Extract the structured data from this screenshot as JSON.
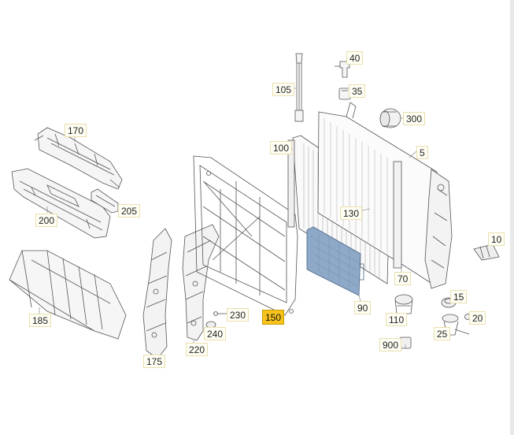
{
  "diagram": {
    "callouts": [
      {
        "id": "40",
        "label": "40"
      },
      {
        "id": "35",
        "label": "35"
      },
      {
        "id": "105",
        "label": "105"
      },
      {
        "id": "300",
        "label": "300"
      },
      {
        "id": "170",
        "label": "170"
      },
      {
        "id": "100",
        "label": "100"
      },
      {
        "id": "5",
        "label": "5"
      },
      {
        "id": "205",
        "label": "205"
      },
      {
        "id": "130",
        "label": "130"
      },
      {
        "id": "200",
        "label": "200"
      },
      {
        "id": "10",
        "label": "10"
      },
      {
        "id": "70",
        "label": "70"
      },
      {
        "id": "185",
        "label": "185"
      },
      {
        "id": "90",
        "label": "90"
      },
      {
        "id": "15",
        "label": "15"
      },
      {
        "id": "230",
        "label": "230"
      },
      {
        "id": "150",
        "label": "150",
        "highlighted": true
      },
      {
        "id": "110",
        "label": "110"
      },
      {
        "id": "20",
        "label": "20"
      },
      {
        "id": "240",
        "label": "240"
      },
      {
        "id": "25",
        "label": "25"
      },
      {
        "id": "900",
        "label": "900"
      },
      {
        "id": "220",
        "label": "220"
      },
      {
        "id": "175",
        "label": "175"
      }
    ]
  },
  "colors": {
    "line": "#555555",
    "highlight_part": "#8ea9c8",
    "highlight_label": "#f6c21b",
    "label_bg": "#fffef4"
  }
}
